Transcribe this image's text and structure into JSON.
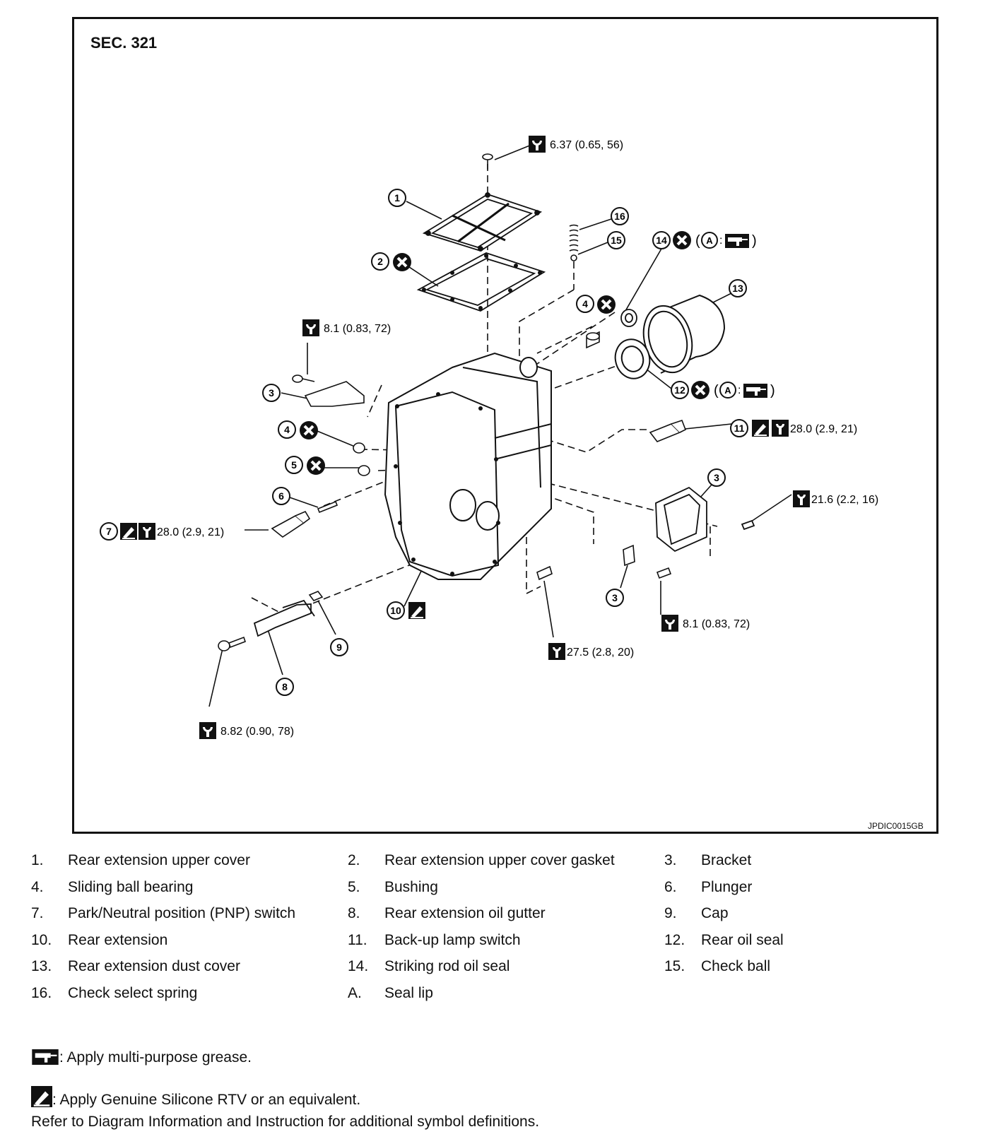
{
  "section": "SEC. 321",
  "figure_code": "JPDIC0015GB",
  "torques": {
    "t1": "6.37 (0.65, 56)",
    "t3": "8.1 (0.83, 72)",
    "t11": "28.0 (2.9, 21)",
    "t7": "28.0 (2.9, 21)",
    "t3b": "21.6 (2.2, 16)",
    "t3c": "8.1 (0.83, 72)",
    "t10": "27.5 (2.8, 20)",
    "t8": "8.82 (0.90, 78)"
  },
  "callouts": {
    "c1": "1",
    "c2": "2",
    "c3a": "3",
    "c3b": "3",
    "c3c": "3",
    "c4a": "4",
    "c4b": "4",
    "c5": "5",
    "c6": "6",
    "c7": "7",
    "c8": "8",
    "c9": "9",
    "c10": "10",
    "c11": "11",
    "c12": "12",
    "c13": "13",
    "c14": "14",
    "c15": "15",
    "c16": "16",
    "a14": "A",
    "a12": "A"
  },
  "legend": [
    {
      "num": "1.",
      "name": "Rear extension upper cover"
    },
    {
      "num": "2.",
      "name": "Rear extension upper cover gasket"
    },
    {
      "num": "3.",
      "name": "Bracket"
    },
    {
      "num": "4.",
      "name": "Sliding ball bearing"
    },
    {
      "num": "5.",
      "name": "Bushing"
    },
    {
      "num": "6.",
      "name": "Plunger"
    },
    {
      "num": "7.",
      "name": "Park/Neutral position (PNP) switch"
    },
    {
      "num": "8.",
      "name": "Rear extension oil gutter"
    },
    {
      "num": "9.",
      "name": "Cap"
    },
    {
      "num": "10.",
      "name": "Rear extension"
    },
    {
      "num": "11.",
      "name": "Back-up lamp switch"
    },
    {
      "num": "12.",
      "name": "Rear oil seal"
    },
    {
      "num": "13.",
      "name": "Rear extension dust cover"
    },
    {
      "num": "14.",
      "name": "Striking rod oil seal"
    },
    {
      "num": "15.",
      "name": "Check ball"
    },
    {
      "num": "16.",
      "name": "Check select spring"
    },
    {
      "num": "A.",
      "name": "Seal lip"
    }
  ],
  "notes": {
    "grease": ": Apply multi-purpose grease.",
    "rtv": ": Apply Genuine Silicone RTV or an equivalent.",
    "refer": "Refer to Diagram Information and Instruction for additional symbol definitions."
  },
  "icons": {
    "torque": "torque-wrench-icon",
    "replace": "do-not-reuse-icon",
    "grease": "grease-gun-icon",
    "rtv": "sealant-tube-icon"
  }
}
